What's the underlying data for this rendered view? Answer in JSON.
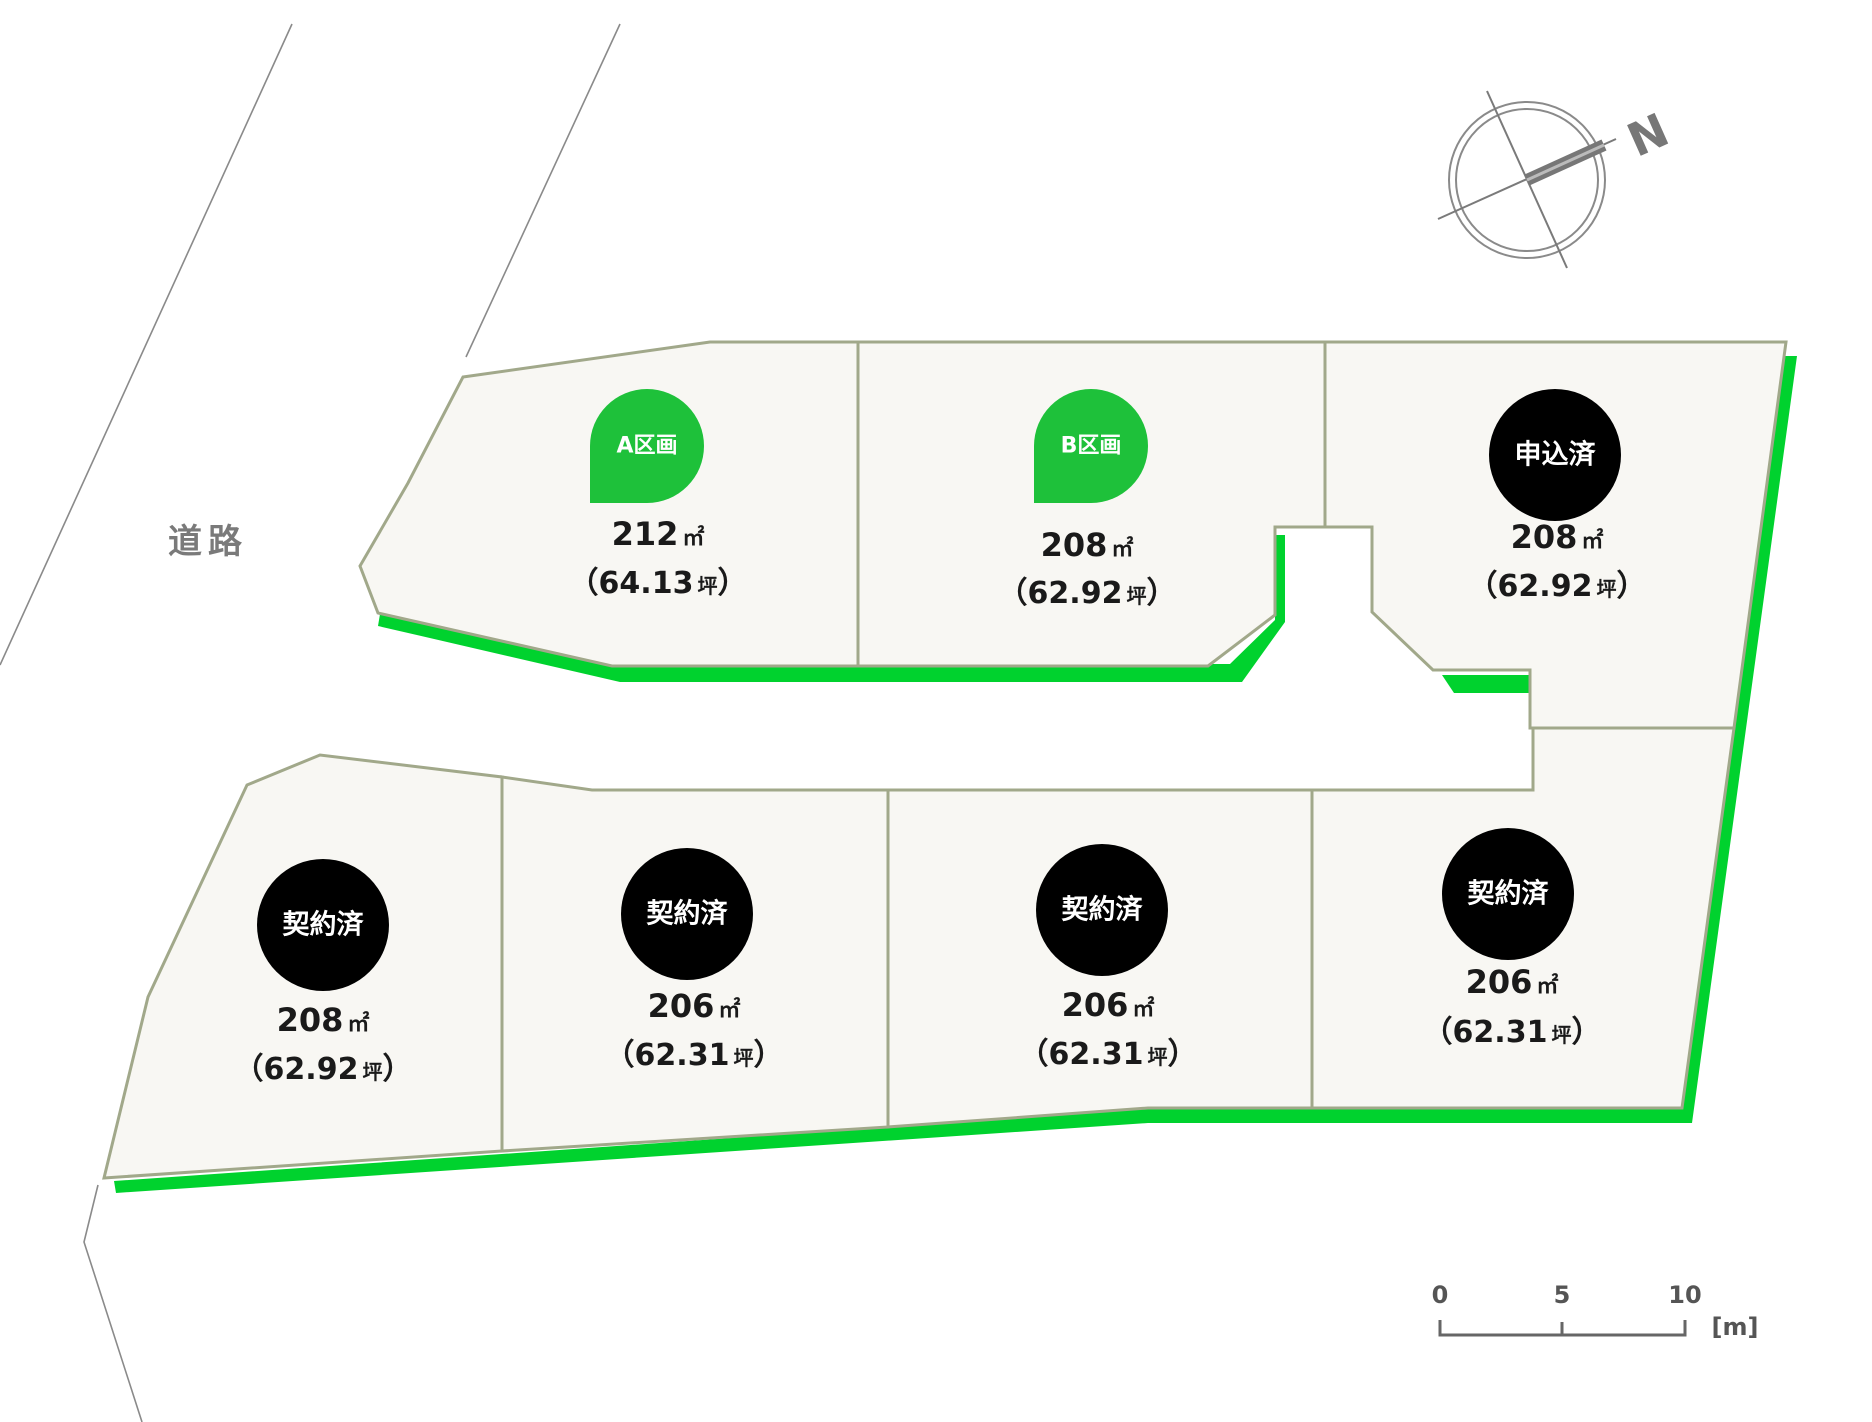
{
  "road_label": "道路",
  "compass": {
    "label": "N"
  },
  "scale": {
    "ticks": [
      "0",
      "5",
      "10"
    ],
    "unit": "[m]"
  },
  "colors": {
    "available": "#1ec13a",
    "sold": "#000000",
    "edge": "#00d22e",
    "lot_fill": "#f8f7f3",
    "lot_border": "#a1a88a"
  },
  "lots": [
    {
      "id": "A",
      "badge": "A区画",
      "status": "available",
      "area": "212",
      "area_unit": "㎡",
      "tsubo": "64.13",
      "tsubo_unit": "坪",
      "open": "（",
      "close": "）"
    },
    {
      "id": "B",
      "badge": "B区画",
      "status": "available",
      "area": "208",
      "area_unit": "㎡",
      "tsubo": "62.92",
      "tsubo_unit": "坪",
      "open": "（",
      "close": "）"
    },
    {
      "id": "C",
      "badge": "申込済",
      "status": "applied",
      "area": "208",
      "area_unit": "㎡",
      "tsubo": "62.92",
      "tsubo_unit": "坪",
      "open": "（",
      "close": "）"
    },
    {
      "id": "D",
      "badge": "契約済",
      "status": "contracted",
      "area": "208",
      "area_unit": "㎡",
      "tsubo": "62.92",
      "tsubo_unit": "坪",
      "open": "（",
      "close": "）"
    },
    {
      "id": "E",
      "badge": "契約済",
      "status": "contracted",
      "area": "206",
      "area_unit": "㎡",
      "tsubo": "62.31",
      "tsubo_unit": "坪",
      "open": "（",
      "close": "）"
    },
    {
      "id": "F",
      "badge": "契約済",
      "status": "contracted",
      "area": "206",
      "area_unit": "㎡",
      "tsubo": "62.31",
      "tsubo_unit": "坪",
      "open": "（",
      "close": "）"
    },
    {
      "id": "G",
      "badge": "契約済",
      "status": "contracted",
      "area": "206",
      "area_unit": "㎡",
      "tsubo": "62.31",
      "tsubo_unit": "坪",
      "open": "（",
      "close": "）"
    }
  ]
}
